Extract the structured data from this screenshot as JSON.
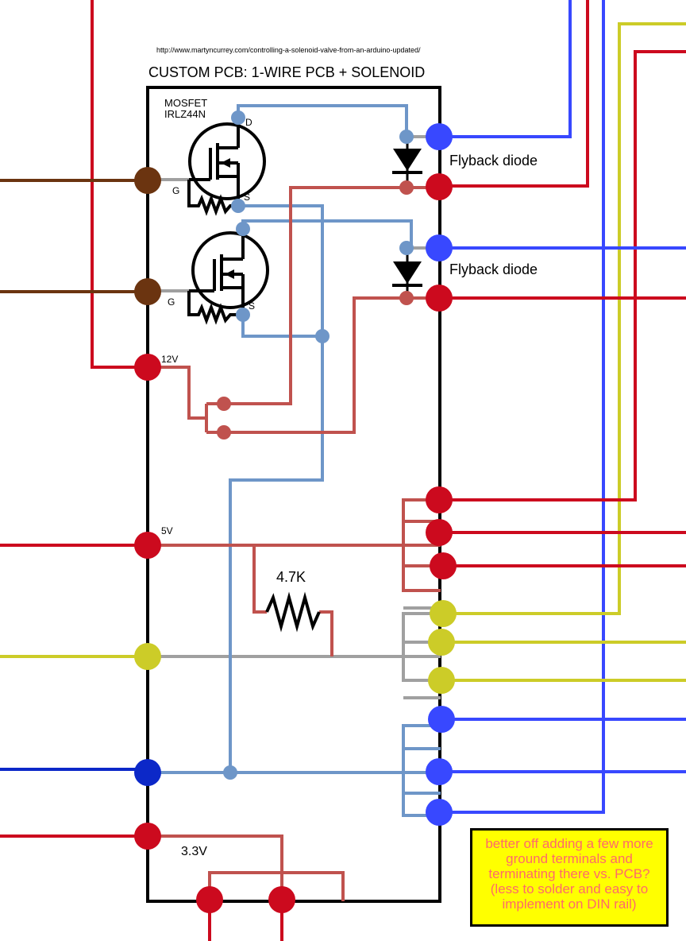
{
  "source_url": "http://www.martyncurrey.com/controlling-a-solenoid-valve-from-an-arduino-updated/",
  "title": "CUSTOM PCB: 1-WIRE PCB + SOLENOID",
  "mosfet": {
    "line1": "MOSFET",
    "line2": "IRLZ44N",
    "drain": "D",
    "gate": "G",
    "source": "S"
  },
  "flyback_label": "Flyback diode",
  "rails": {
    "v12": "12V",
    "v5": "5V",
    "v33": "3.3V"
  },
  "resistor_label": "4.7K",
  "note": "better off adding a few more ground terminals and terminating there vs. PCB? (less to solder and easy to implement on DIN rail)",
  "colors": {
    "red": "#cc0a1e",
    "brown": "#6b3410",
    "yellow": "#cccc28",
    "blue": "#3848ff",
    "dark_blue": "#0c28c8",
    "steel_blue": "#6e96c8",
    "dull_red": "#c0524e",
    "gray": "#a0a0a0",
    "note_bg": "#ffff00",
    "note_text": "#ff6a6a"
  }
}
